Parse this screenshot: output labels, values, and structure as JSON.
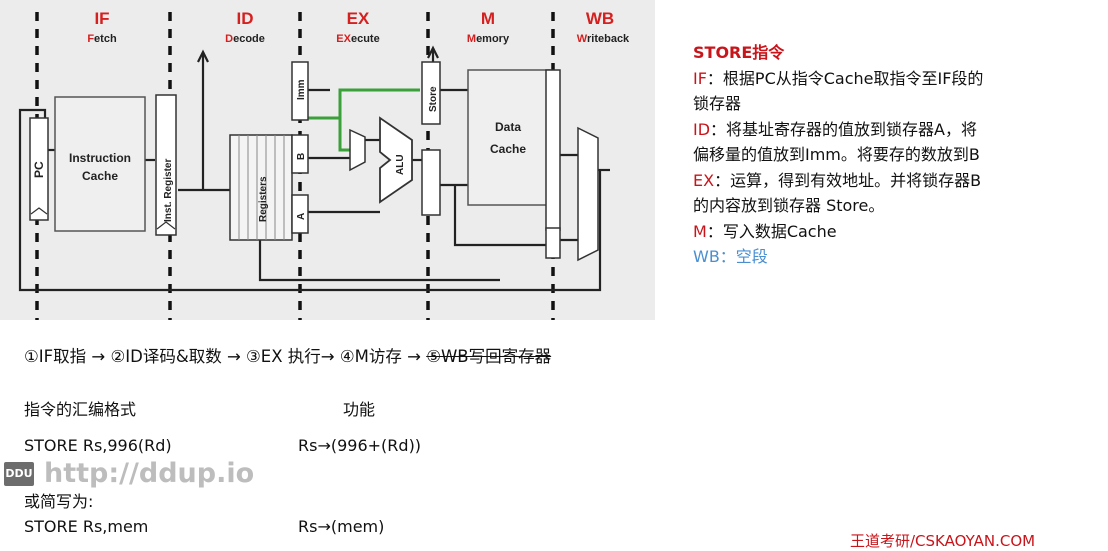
{
  "stages": [
    {
      "short": "IF",
      "name_first": "F",
      "name_rest": "etch"
    },
    {
      "short": "ID",
      "name_first": "D",
      "name_rest": "ecode"
    },
    {
      "short": "EX",
      "name_first": "EX",
      "name_rest": "ecute"
    },
    {
      "short": "M",
      "name_first": "M",
      "name_rest": "emory"
    },
    {
      "short": "WB",
      "name_first": "W",
      "name_rest": "riteback"
    }
  ],
  "diagram": {
    "pc": "PC",
    "icache_line1": "Instruction",
    "icache_line2": "Cache",
    "inst_register": "Inst. Register",
    "registers": "Registers",
    "imm": "Imm",
    "reg_b": "B",
    "reg_a": "A",
    "alu": "ALU",
    "store": "Store",
    "dcache_line1": "Data",
    "dcache_line2": "Cache"
  },
  "notes": {
    "title": "STORE指令",
    "if_key": "IF",
    "if_text_1": "：根据PC从指令Cache取指令至IF段的",
    "if_text_2": "锁存器",
    "id_key": "ID",
    "id_text_1": "：将基址寄存器的值放到锁存器A，将",
    "id_text_2": "偏移量的值放到Imm。将要存的数放到B",
    "ex_key": "EX",
    "ex_text_1": "：运算，得到有效地址。并将锁存器B",
    "ex_text_2": "的内容放到锁存器 Store。",
    "m_key": "M",
    "m_text": "：写入数据Cache",
    "wb_text": "WB：空段"
  },
  "steps": {
    "main": "①IF取指 → ②ID译码&取数 → ③EX 执行→ ④M访存 → ",
    "struck": "⑤WB写回寄存器"
  },
  "format": {
    "header_left": "指令的汇编格式",
    "header_right": "功能",
    "row1_left": "STORE  Rs,996(Rd)",
    "row1_right": "Rs→(996+(Rd))",
    "alt_label": "或简写为:",
    "row2_left": "STORE  Rs,mem",
    "row2_right": "Rs→(mem)"
  },
  "watermark": {
    "badge": "DDU",
    "url": "http://ddup.io"
  },
  "footer": {
    "brand": "王道考研/CSKAOYAN.COM"
  },
  "colors": {
    "accent_red": "#c8151b",
    "wb_blue": "#4a8fd0",
    "forward_green": "#3aa03a"
  }
}
